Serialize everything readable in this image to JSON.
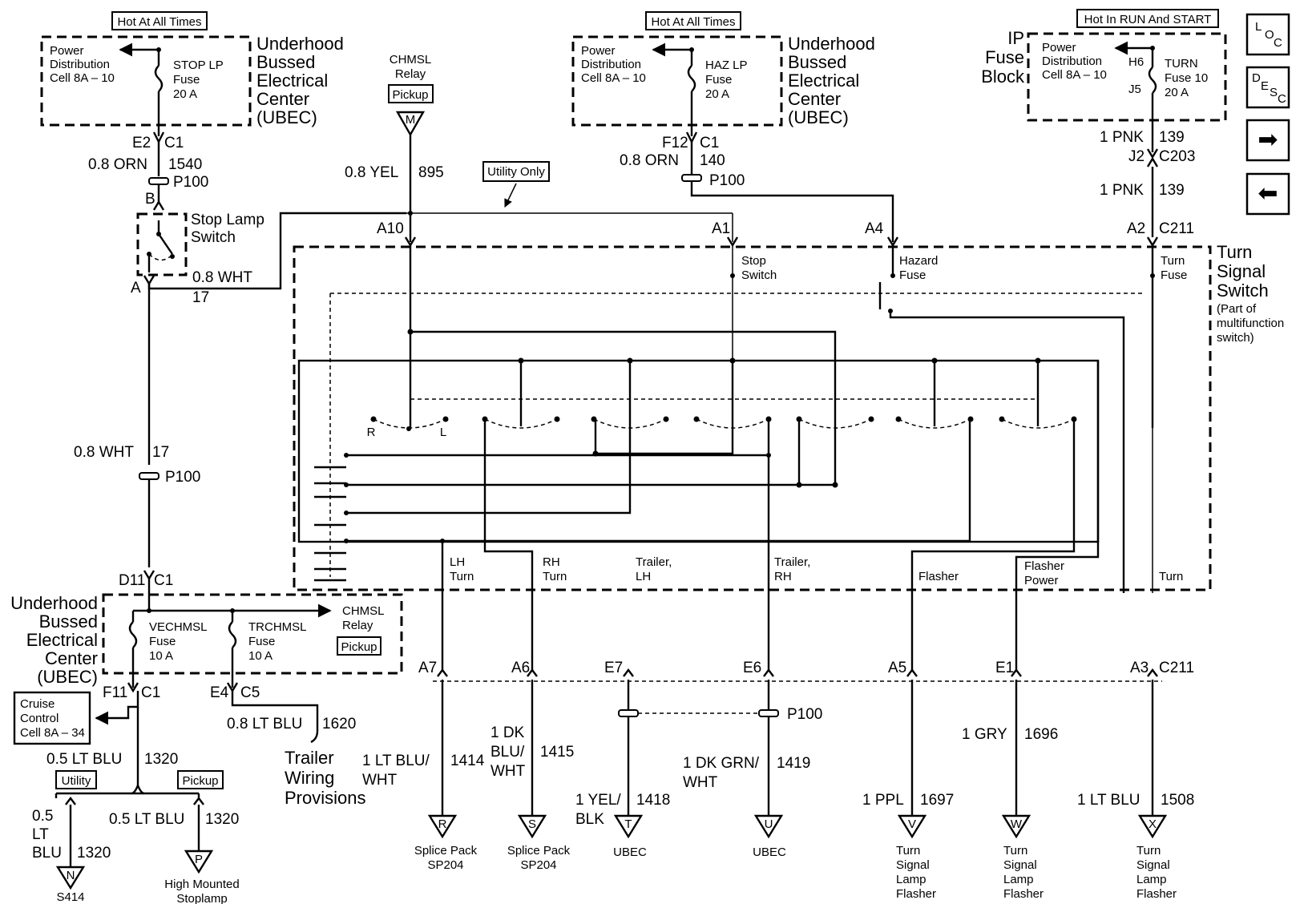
{
  "hot_labels": {
    "left": "Hot At All Times",
    "middle": "Hot At All Times",
    "right": "Hot In RUN And START"
  },
  "nav": {
    "loc": {
      "a": "L",
      "b": "O",
      "c": "C"
    },
    "desc": {
      "a": "D",
      "b": "E",
      "c": "S",
      "d": "C"
    },
    "next_arrow": "➡",
    "prev_arrow": "⬅"
  },
  "ubec_top_left": {
    "power_dist": [
      "Power",
      "Distribution",
      "Cell 8A – 10"
    ],
    "fuse": [
      "STOP LP",
      "Fuse",
      "20 A"
    ],
    "center": [
      "Underhood",
      "Bussed",
      "Electrical",
      "Center",
      "(UBEC)"
    ]
  },
  "ubec_top_mid": {
    "power_dist": [
      "Power",
      "Distribution",
      "Cell 8A – 10"
    ],
    "fuse": [
      "HAZ LP",
      "Fuse",
      "20 A"
    ],
    "center": [
      "Underhood",
      "Bussed",
      "Electrical",
      "Center",
      "(UBEC)"
    ]
  },
  "ip_fuse_block": {
    "title": [
      "IP",
      "Fuse",
      "Block"
    ],
    "power_dist": [
      "Power",
      "Distribution",
      "Cell 8A – 10"
    ],
    "pins": [
      "H6",
      "J5"
    ],
    "fuse": [
      "TURN",
      "Fuse 10",
      "20 A"
    ]
  },
  "left_circuit": {
    "e2_c1": [
      "E2",
      "C1"
    ],
    "wire_1540": [
      "0.8 ORN",
      "1540"
    ],
    "p100": "P100",
    "pin_b": "B",
    "stop_lamp_switch": [
      "Stop Lamp",
      "Switch"
    ],
    "pin_a": "A",
    "wire_17_top": [
      "0.8 WHT",
      "17"
    ],
    "wire_17_mid": [
      "0.8 WHT",
      "17"
    ],
    "p100_mid": "P100",
    "d11_c1": [
      "D11",
      "C1"
    ]
  },
  "chmsl_relay": {
    "label": [
      "CHMSL",
      "Relay"
    ],
    "pickup": "Pickup",
    "connector": "M",
    "wire": [
      "0.8 YEL",
      "895"
    ],
    "utility_only": "Utility Only"
  },
  "mid_circuit": {
    "f12_c1": [
      "F12",
      "C1"
    ],
    "wire_140": [
      "0.8 ORN",
      "140"
    ],
    "p100": "P100"
  },
  "right_circuit": {
    "wire_139_a": [
      "1 PNK",
      "139"
    ],
    "j2_c203": [
      "J2",
      "C203"
    ],
    "wire_139_b": [
      "1 PNK",
      "139"
    ]
  },
  "turn_switch": {
    "pins_top": [
      "A10",
      "A1",
      "A4",
      "A2",
      "C211"
    ],
    "stop_switch": [
      "Stop",
      "Switch"
    ],
    "hazard_fuse": [
      "Hazard",
      "Fuse"
    ],
    "turn_fuse": [
      "Turn",
      "Fuse"
    ],
    "title": [
      "Turn",
      "Signal",
      "Switch"
    ],
    "subtitle": [
      "(Part of",
      "multifunction",
      "switch)"
    ],
    "contact_r": "R",
    "contact_l": "L",
    "outputs": [
      [
        "LH",
        "Turn"
      ],
      [
        "RH",
        "Turn"
      ],
      [
        "Trailer,",
        "LH"
      ],
      [
        "Trailer,",
        "RH"
      ],
      [
        "Flasher"
      ],
      [
        "Flasher",
        "Power"
      ],
      [
        "Turn"
      ]
    ],
    "pins_bottom": [
      "A7",
      "A6",
      "E7",
      "E6",
      "A5",
      "E1",
      "A3",
      "C211"
    ]
  },
  "ubec_bottom": {
    "center": [
      "Underhood",
      "Bussed",
      "Electrical",
      "Center",
      "(UBEC)"
    ],
    "fuse1": [
      "VECHMSL",
      "Fuse",
      "10 A"
    ],
    "fuse2": [
      "TRCHMSL",
      "Fuse",
      "10 A"
    ],
    "relay": [
      "CHMSL",
      "Relay"
    ],
    "pickup": "Pickup",
    "f11_c1": [
      "F11",
      "C1"
    ],
    "e4_c5": [
      "E4",
      "C5"
    ]
  },
  "bottom_left": {
    "cruise": [
      "Cruise",
      "Control",
      "Cell 8A – 34"
    ],
    "wire_1320": [
      "0.5 LT BLU",
      "1320"
    ],
    "utility": "Utility",
    "pickup": "Pickup",
    "wire_1320_n": [
      "0.5",
      "LT",
      "BLU",
      "1320"
    ],
    "wire_1320_p": [
      "0.5 LT BLU",
      "1320"
    ],
    "conn_n": "N",
    "conn_p": "P",
    "s414": "S414",
    "stoplamp": [
      "High Mounted",
      "Stoplamp"
    ],
    "wire_1620": [
      "0.8 LT BLU",
      "1620"
    ],
    "trailer": [
      "Trailer",
      "Wiring",
      "Provisions"
    ]
  },
  "outputs": {
    "w1414": [
      "1 LT BLU/",
      "WHT",
      "1414"
    ],
    "w1415": [
      "1 DK",
      "BLU/",
      "WHT",
      "1415"
    ],
    "w1418": [
      "1 YEL/",
      "BLK",
      "1418"
    ],
    "w1419": [
      "1 DK GRN/",
      "WHT",
      "1419"
    ],
    "p100": "P100",
    "w1696": [
      "1 GRY",
      "1696"
    ],
    "w1697": [
      "1 PPL",
      "1697"
    ],
    "w1508": [
      "1 LT BLU",
      "1508"
    ],
    "conn": [
      "R",
      "S",
      "T",
      "U",
      "V",
      "W",
      "X"
    ],
    "dest_r": [
      "Splice Pack",
      "SP204"
    ],
    "dest_s": [
      "Splice Pack",
      "SP204"
    ],
    "dest_t": "UBEC",
    "dest_u": "UBEC",
    "dest_v": [
      "Turn",
      "Signal",
      "Lamp",
      "Flasher"
    ],
    "dest_w": [
      "Turn",
      "Signal",
      "Lamp",
      "Flasher"
    ],
    "dest_x": [
      "Turn",
      "Signal",
      "Lamp",
      "Flasher"
    ]
  }
}
